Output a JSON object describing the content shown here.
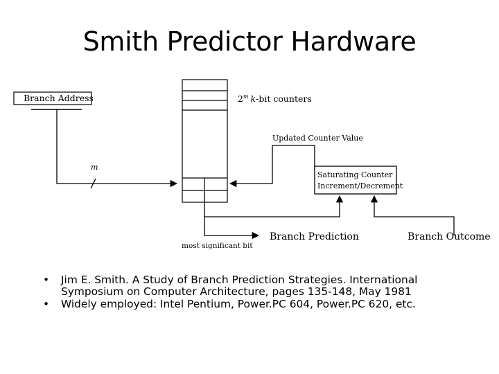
{
  "title": "Smith Predictor Hardware",
  "diagram": {
    "branch_address_label": "Branch Address",
    "counters_label_prefix": "2",
    "counters_label_exp": "m",
    "counters_label_k": "k",
    "counters_label_suffix": "-bit counters",
    "updated_counter_label": "Updated Counter Value",
    "m_label": "m",
    "saturating_counter_line1": "Saturating Counter",
    "saturating_counter_line2": "Increment/Decrement",
    "branch_prediction_label": "Branch Prediction",
    "branch_outcome_label": "Branch Outcome",
    "msb_label": "most significant bit"
  },
  "bullets": [
    {
      "line1": "Jim E. Smith.  A Study of Branch Prediction Strategies.  International",
      "line2": "Symposium on Computer Architecture, pages 135-148, May 1981"
    },
    {
      "line1": "Widely employed: Intel Pentium, Power.PC 604, Power.PC 620, etc."
    }
  ]
}
